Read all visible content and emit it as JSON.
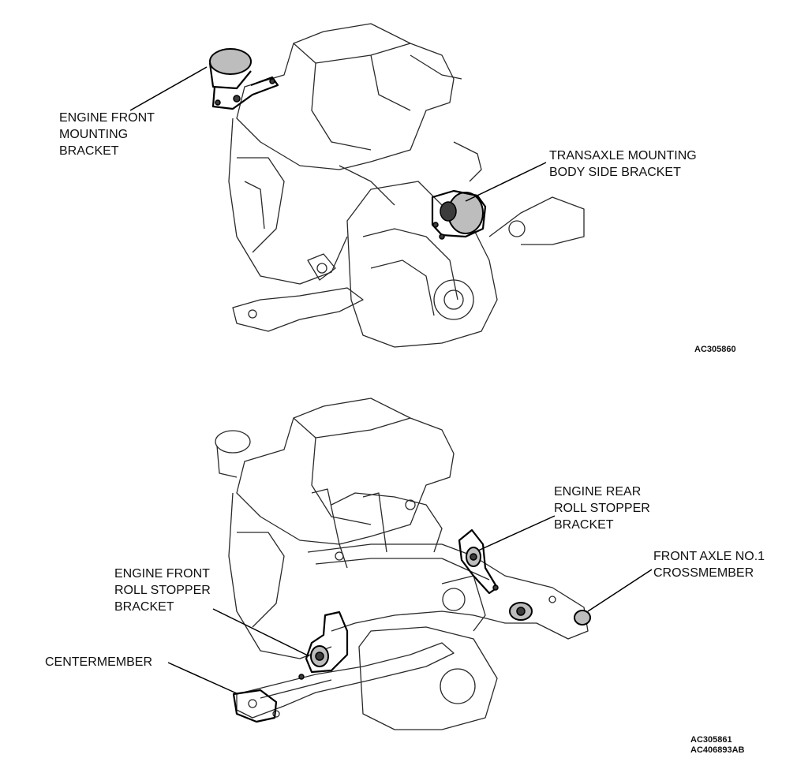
{
  "figure_top": {
    "labels": {
      "engine_front_mounting_bracket": [
        "ENGINE FRONT",
        "MOUNTING",
        "BRACKET"
      ],
      "transaxle_mounting_body_side_bracket": [
        "TRANSAXLE MOUNTING",
        "BODY SIDE BRACKET"
      ]
    },
    "code": "AC305860"
  },
  "figure_bottom": {
    "labels": {
      "engine_rear_roll_stopper_bracket": [
        "ENGINE REAR",
        "ROLL STOPPER",
        "BRACKET"
      ],
      "front_axle_no1_crossmember": [
        "FRONT AXLE NO.1",
        "CROSSMEMBER"
      ],
      "engine_front_roll_stopper_bracket": [
        "ENGINE FRONT",
        "ROLL STOPPER",
        "BRACKET"
      ],
      "centermember": [
        "CENTERMEMBER"
      ]
    },
    "codes": [
      "AC305861",
      "AC406893AB"
    ]
  }
}
